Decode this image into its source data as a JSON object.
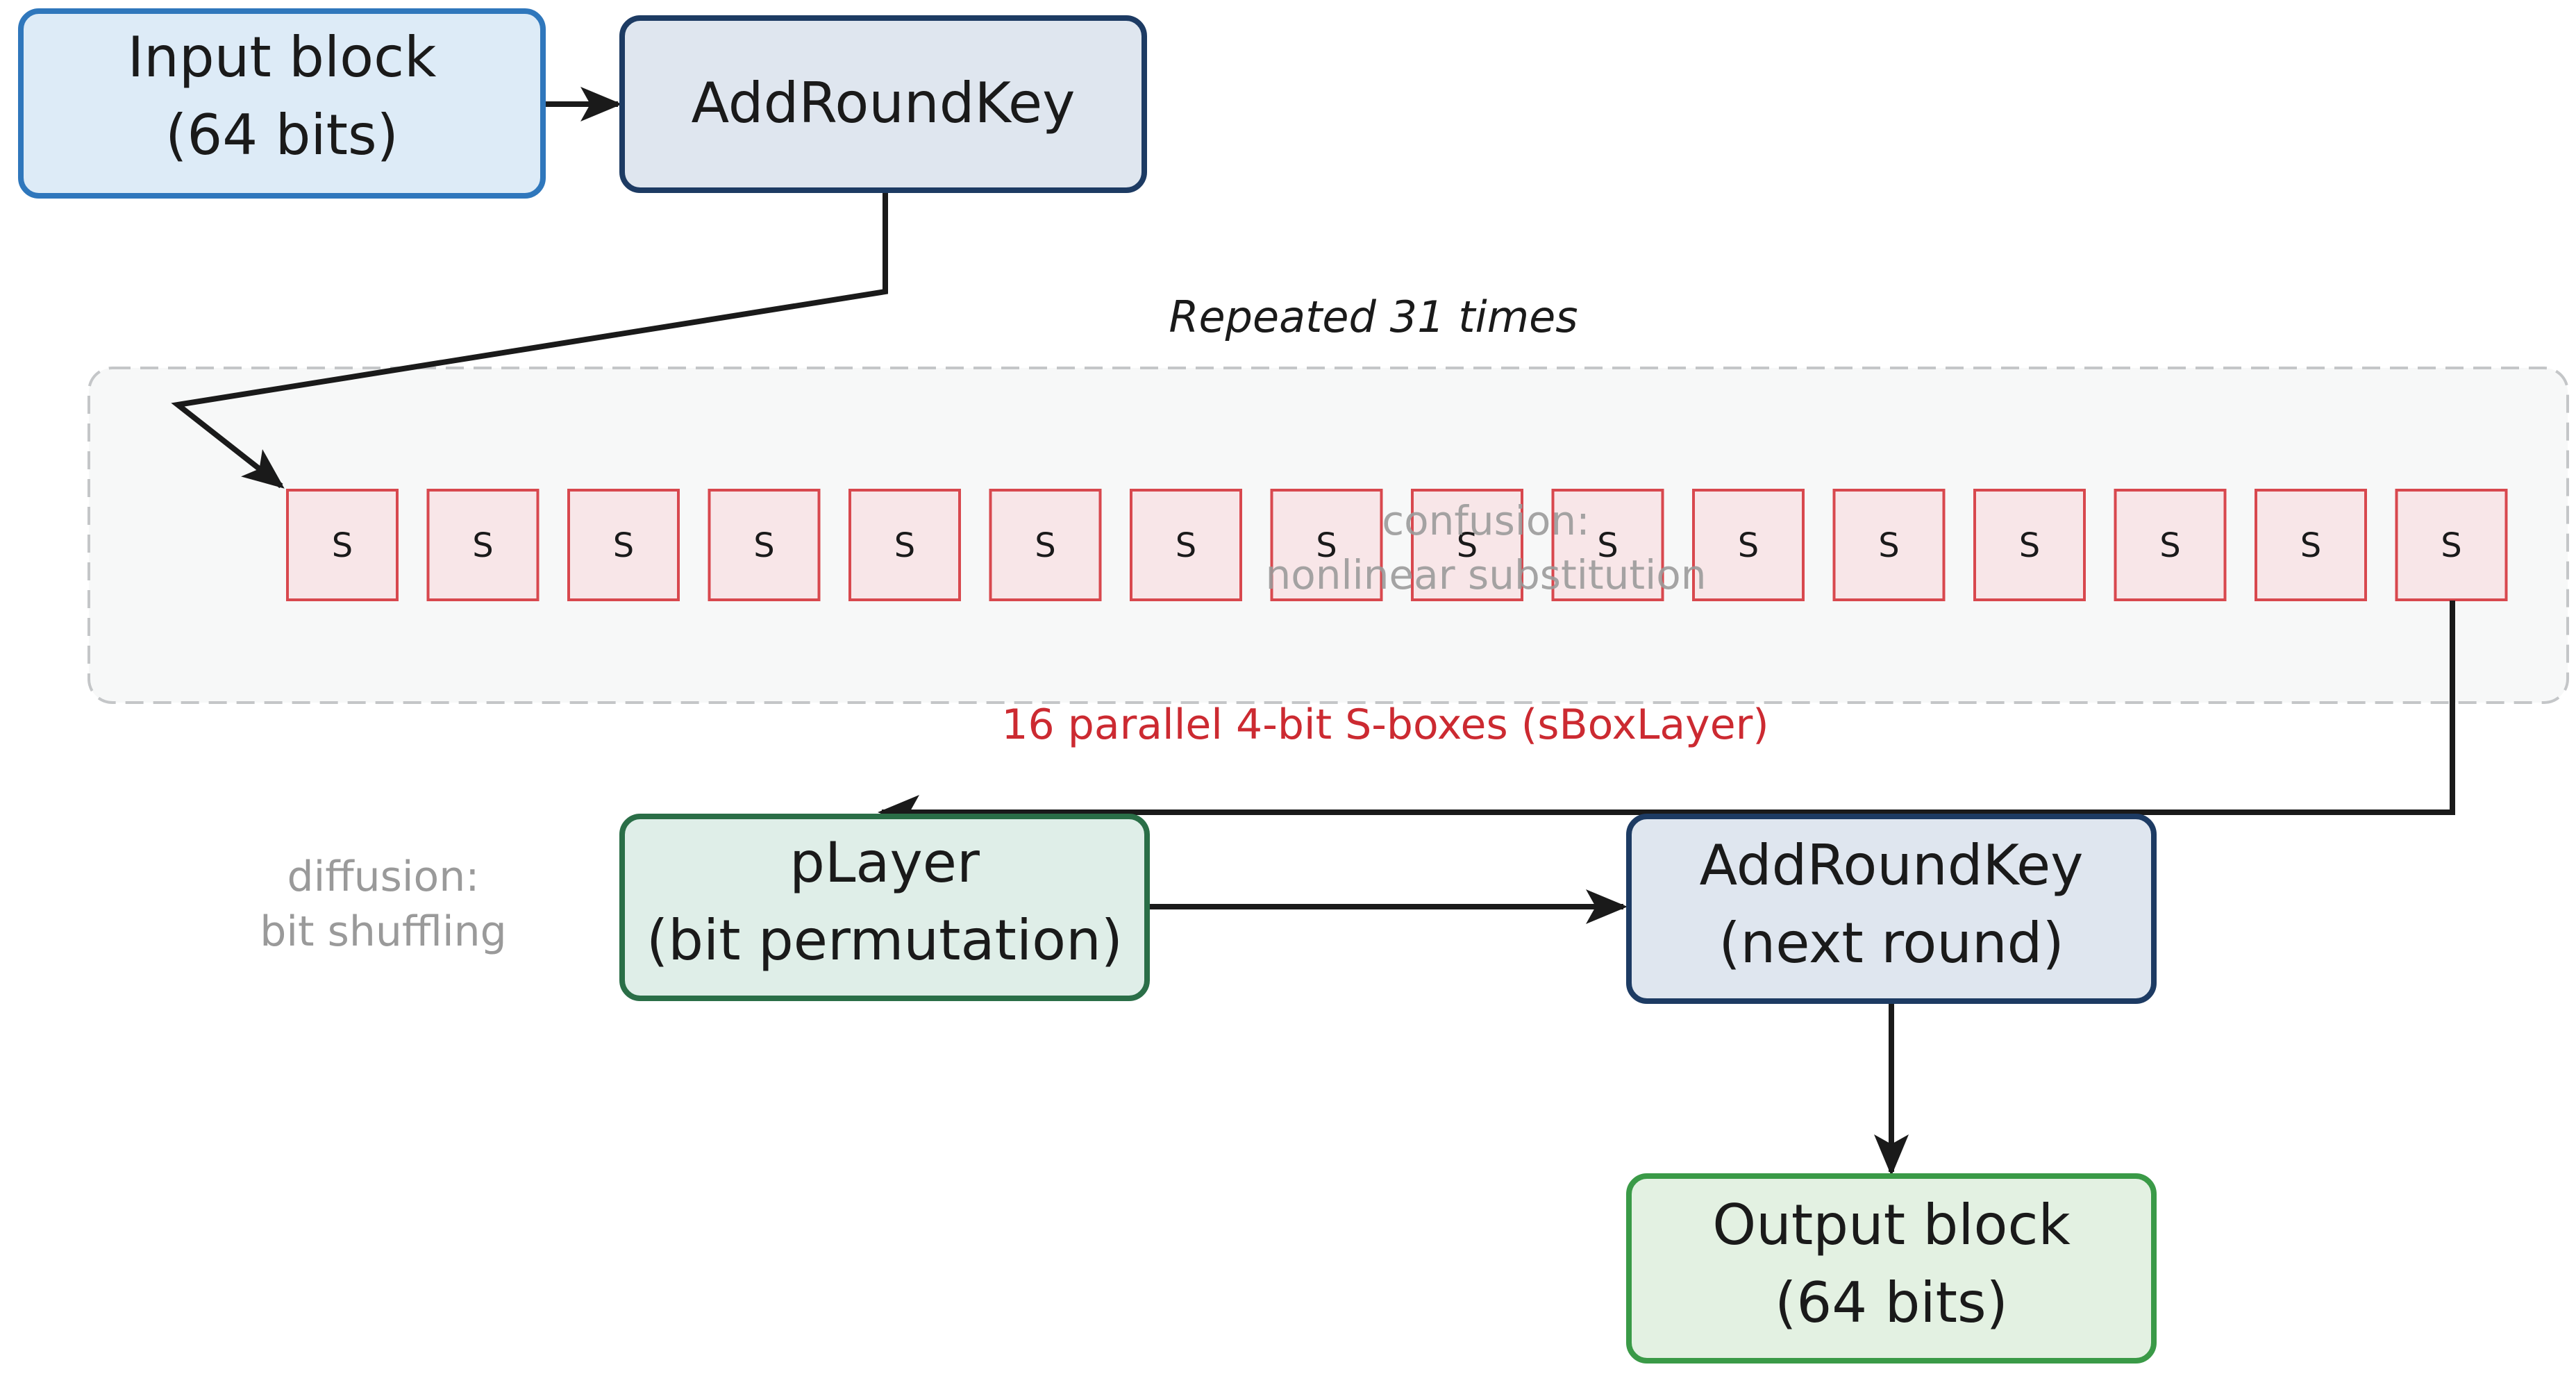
{
  "nodes": {
    "input": {
      "line1": "Input block",
      "line2": "(64 bits)"
    },
    "addroundkey_top": {
      "line1": "AddRoundKey"
    },
    "player": {
      "line1": "pLayer",
      "line2": "(bit permutation)"
    },
    "addroundkey_next": {
      "line1": "AddRoundKey",
      "line2": "(next round)"
    },
    "output": {
      "line1": "Output block",
      "line2": "(64 bits)"
    }
  },
  "round_group": {
    "label": "Repeated 31 times"
  },
  "sbox_layer": {
    "box_label": "S",
    "count": 16,
    "caption": "16 parallel 4-bit S-boxes (sBoxLayer)"
  },
  "annotations": {
    "confusion_line1": "confusion:",
    "confusion_line2": "nonlinear substitution",
    "diffusion_line1": "diffusion:",
    "diffusion_line2": "bit shuffling"
  },
  "colors": {
    "input_fill": "#ddebf7",
    "input_stroke": "#2f77bc",
    "key_fill": "#dfe6ef",
    "key_stroke": "#1d3b63",
    "perm_fill": "#dfeee8",
    "perm_stroke": "#2a6e47",
    "output_fill": "#e3f1e2",
    "output_stroke": "#3a9a47",
    "sbox_fill": "#f8e6e8",
    "sbox_stroke": "#d8484e",
    "caption_red": "#cc2a31",
    "annotation_gray": "#9a9a9a",
    "group_fill": "#f7f8f8",
    "group_stroke": "#c4c6c8",
    "arrow": "#1a1a1a",
    "text": "#1a1a1a"
  }
}
